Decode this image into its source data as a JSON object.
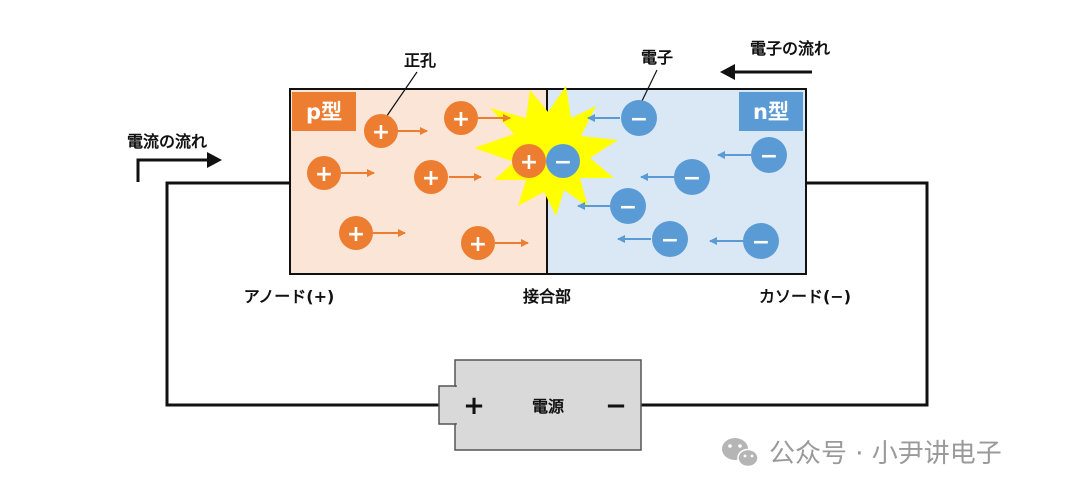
{
  "labels": {
    "hole": "正孔",
    "electron": "電子",
    "electron_flow": "電子の流れ",
    "current_flow": "電流の流れ",
    "p_type": "p型",
    "n_type": "n型",
    "anode": "アノード(+)",
    "junction": "接合部",
    "cathode": "カソード(−)"
  },
  "battery": {
    "plus": "+",
    "label": "電源",
    "minus": "−"
  },
  "symbols": {
    "hole": "+",
    "electron": "−"
  },
  "watermark": "公众号 · 小尹讲电子",
  "icons": {
    "watermark_logo": "wechat-icon"
  },
  "colors": {
    "p_region": "#fbe5d6",
    "n_region": "#dae8f6",
    "hole": "#ed7d31",
    "electron": "#5b9bd5",
    "spark": "#ffff00",
    "battery": "#d9d9d9"
  }
}
